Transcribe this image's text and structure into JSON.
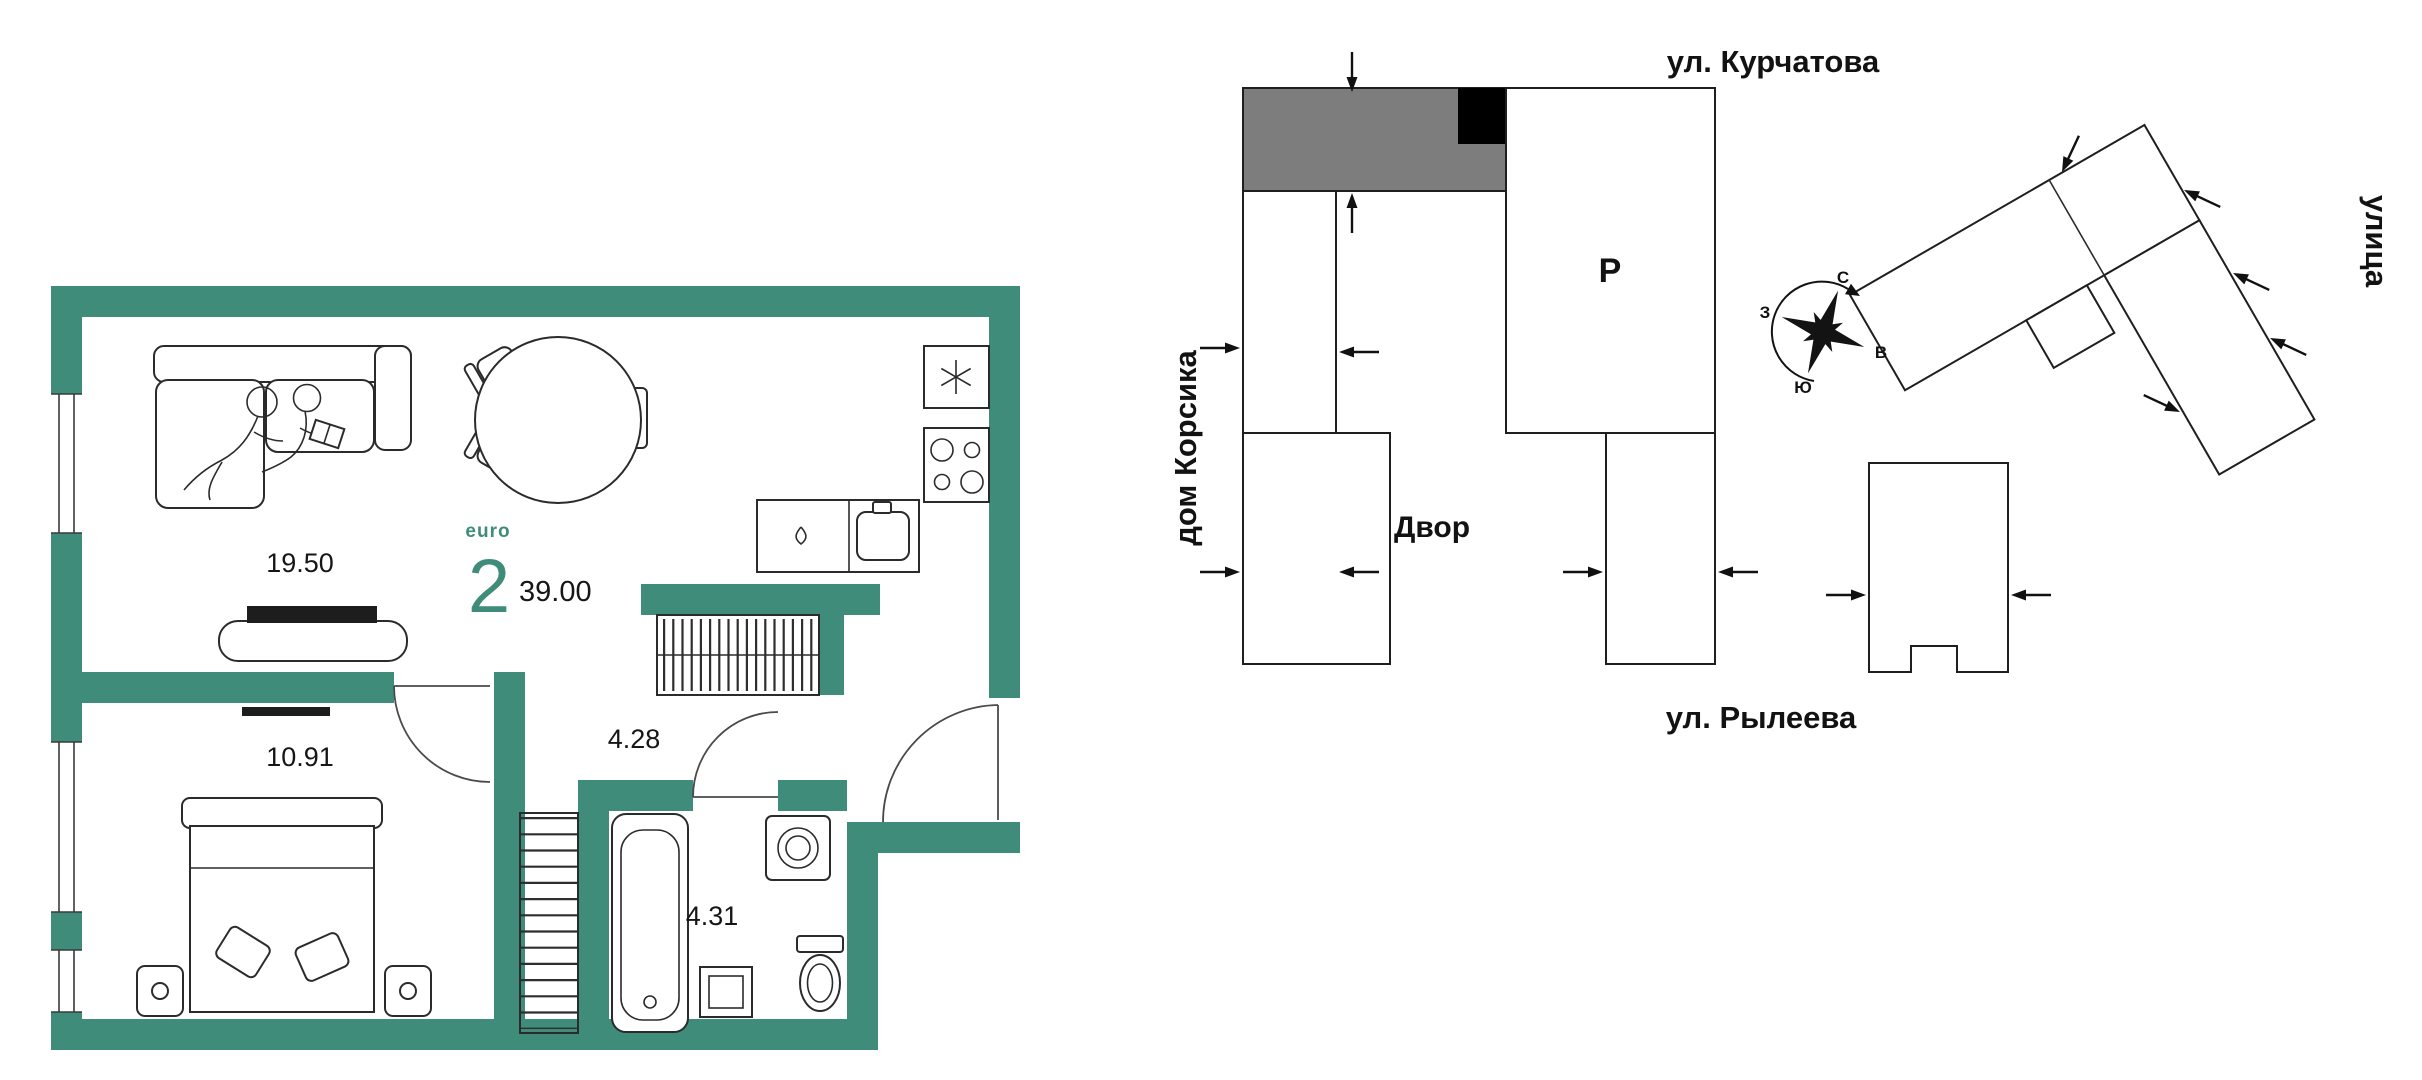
{
  "floorplan": {
    "type_label": "euro",
    "rooms_count": "2",
    "total_area": "39.00",
    "rooms": {
      "living": {
        "area": "19.50"
      },
      "bedroom": {
        "area": "10.91"
      },
      "hall": {
        "area": "4.28"
      },
      "bathroom": {
        "area": "4.31"
      }
    }
  },
  "map": {
    "street_top": "ул. Курчатова",
    "street_bottom": "ул. Рылеева",
    "street_right": "улица",
    "neighbor_building": "дом Корсика",
    "courtyard": "Двор",
    "parking": "Р",
    "compass": {
      "n": "С",
      "e": "В",
      "w": "З",
      "s": "Ю"
    }
  },
  "colors": {
    "wall": "#3F8C7B",
    "accent": "#3F8C7B",
    "highlighted_building": "#7D7D7D",
    "location_marker": "#000000"
  },
  "icons": {
    "fridge": "snowflake-icon",
    "compass": "compass-rose-icon",
    "entrances": "entrance-arrow-icon",
    "water": "droplet-icon"
  }
}
